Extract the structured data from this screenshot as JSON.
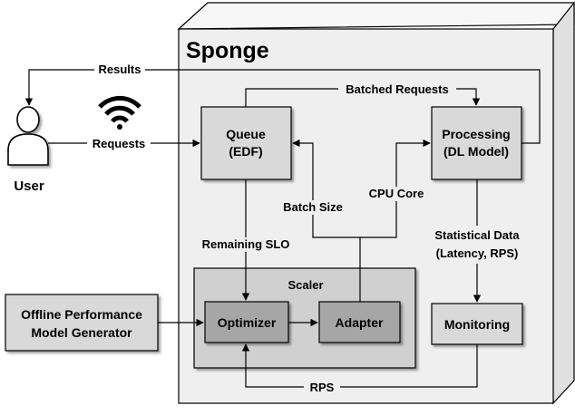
{
  "system": {
    "title": "Sponge"
  },
  "actors": {
    "user": "User"
  },
  "boxes": {
    "queue": {
      "line1": "Queue",
      "line2": "(EDF)"
    },
    "processing": {
      "line1": "Processing",
      "line2": "(DL Model)"
    },
    "scaler": {
      "title": "Scaler"
    },
    "optimizer": {
      "label": "Optimizer"
    },
    "adapter": {
      "label": "Adapter"
    },
    "monitoring": {
      "label": "Monitoring"
    },
    "offline": {
      "line1": "Offline Performance",
      "line2": "Model Generator"
    }
  },
  "edges": {
    "results": "Results",
    "requests": "Requests",
    "batched_requests": "Batched Requests",
    "batch_size": "Batch Size",
    "cpu_core": "CPU Core",
    "remaining_slo": "Remaining SLO",
    "statistical_data_1": "Statistical Data",
    "statistical_data_2": "(Latency, RPS)",
    "rps": "RPS"
  },
  "icons": {
    "wifi": "wifi-icon",
    "user": "user-icon"
  },
  "colors": {
    "panel": "#efefef",
    "panel_side": "#e0e0e0",
    "box_light": "#d9d9d9",
    "scaler_bg": "#d0d0d0",
    "box_dark": "#a6a6a6",
    "stroke": "#000000"
  }
}
